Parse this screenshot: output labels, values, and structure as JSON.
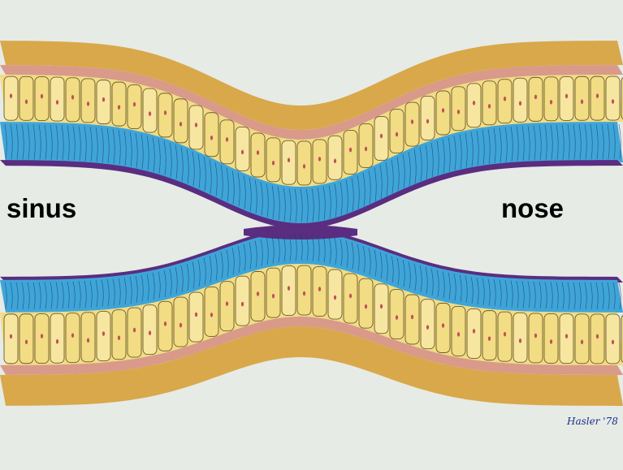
{
  "labels": {
    "left": "sinus",
    "right": "nose"
  },
  "signature": "Hasler '78",
  "colors": {
    "background": "#e6ebe6",
    "outer_wall": "#d9a84a",
    "submucosa": "#d99a8a",
    "cell_fill": "#f2dc84",
    "cell_outline": "#6a5a2a",
    "nucleus": "#c0505a",
    "mucus": "#3fa5d8",
    "mucus_edge": "#5a2d80"
  }
}
